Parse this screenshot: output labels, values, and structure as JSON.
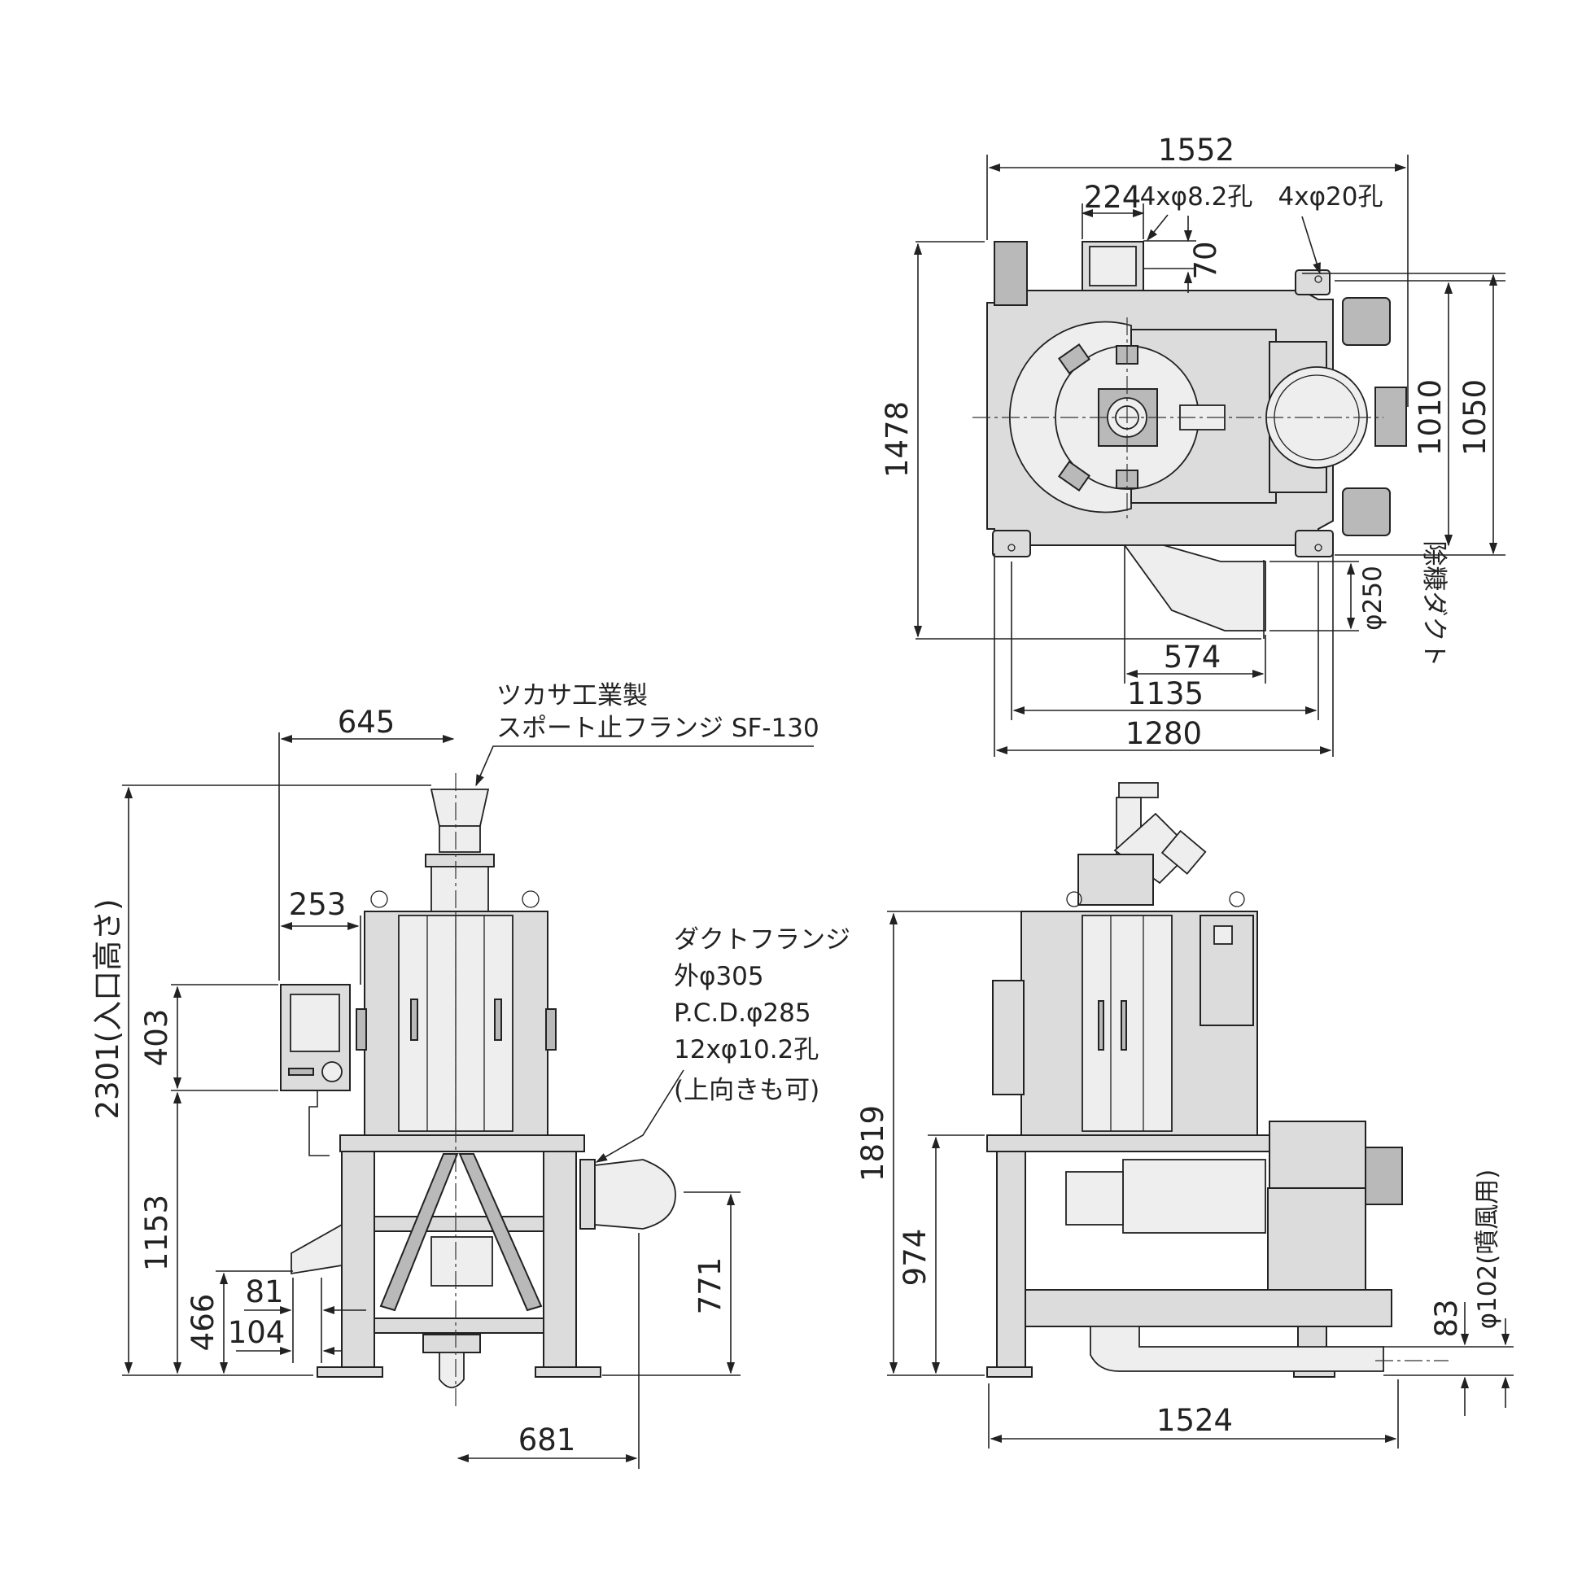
{
  "top_view": {
    "dims": {
      "overall_width": "1552",
      "port_width": "224",
      "port_holes": "4xφ8.2孔",
      "foot_holes": "4xφ20孔",
      "port_depth": "70",
      "overall_depth": "1478",
      "inner_depth": "1010",
      "outer_depth": "1050",
      "duct_diameter": "φ250",
      "duct_offset": "574",
      "foot_span": "1135",
      "frame_width": "1280"
    },
    "duct_label": "除糠ダクト"
  },
  "front_view": {
    "flange_maker": "ツカサ工業製",
    "flange_model": "スポート止フランジ SF-130",
    "dims": {
      "inlet_offset": "645",
      "panel_offset": "253",
      "total_height": "2301(入口高さ)",
      "panel_height": "403",
      "panel_bottom": "1153",
      "chute_height": "466",
      "chute_81": "81",
      "chute_104": "104",
      "duct_height": "771",
      "duct_offset": "681"
    },
    "duct_flange": {
      "line1": "ダクトフランジ",
      "line2": "外φ305",
      "line3": "P.C.D.φ285",
      "line4": "12xφ10.2孔",
      "line5": "(上向きも可)"
    }
  },
  "side_view": {
    "dims": {
      "height": "1819",
      "outlet_height": "974",
      "width": "1524",
      "blow_pipe": "φ102(噴風用)",
      "pipe_height": "83"
    }
  }
}
